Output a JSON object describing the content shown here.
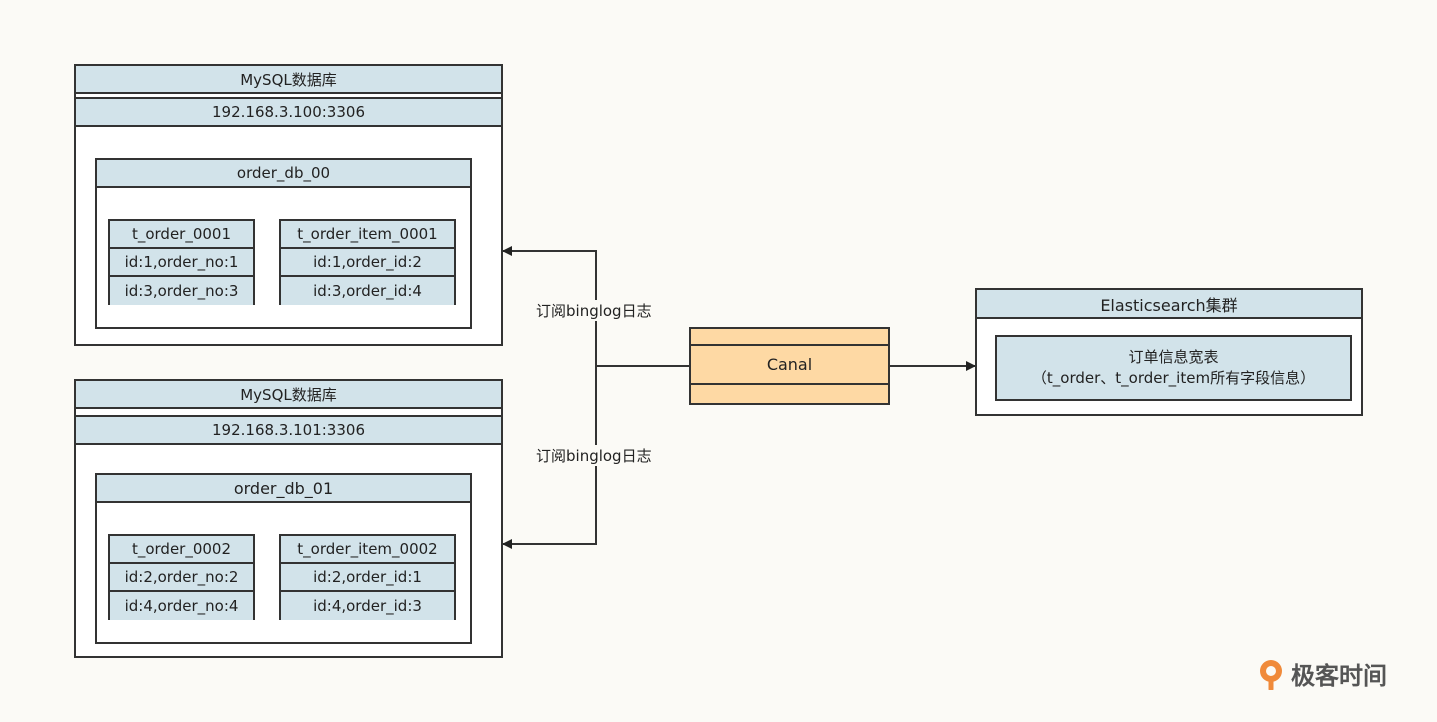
{
  "db1": {
    "title": "MySQL数据库",
    "address": "192.168.3.100:3306",
    "schema": "order_db_00",
    "order_table": {
      "name": "t_order_0001",
      "rows": [
        "id:1,order_no:1",
        "id:3,order_no:3"
      ]
    },
    "item_table": {
      "name": "t_order_item_0001",
      "rows": [
        "id:1,order_id:2",
        "id:3,order_id:4"
      ]
    }
  },
  "db2": {
    "title": "MySQL数据库",
    "address": "192.168.3.101:3306",
    "schema": "order_db_01",
    "order_table": {
      "name": "t_order_0002",
      "rows": [
        "id:2,order_no:2",
        "id:4,order_no:4"
      ]
    },
    "item_table": {
      "name": "t_order_item_0002",
      "rows": [
        "id:2,order_id:1",
        "id:4,order_id:3"
      ]
    }
  },
  "edges": {
    "subscribe_top": "订阅binglog日志",
    "subscribe_bottom": "订阅binglog日志"
  },
  "canal": {
    "label": "Canal"
  },
  "es": {
    "title": "Elasticsearch集群",
    "wide_table_line1": "订单信息宽表",
    "wide_table_line2": "（t_order、t_order_item所有字段信息）"
  },
  "logo": {
    "text": "极客时间"
  },
  "colors": {
    "header_fill": "#d2e3ea",
    "canal_fill": "#fed9a4",
    "background": "#fbfaf6"
  }
}
